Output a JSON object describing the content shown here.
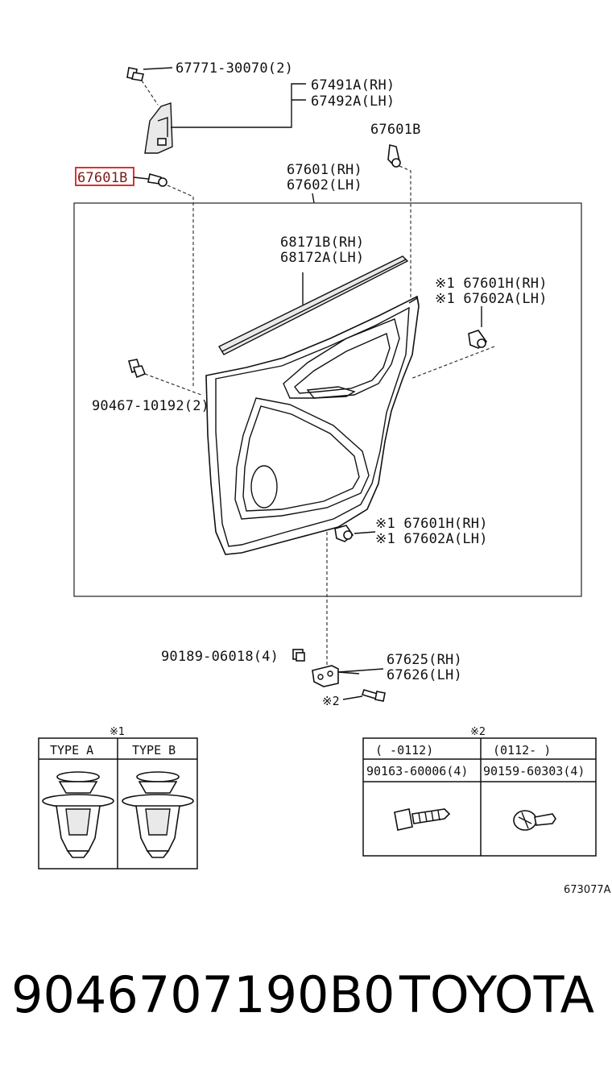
{
  "callouts": {
    "c67771": "67771-30070(2)",
    "c67491": "67491A(RH)",
    "c67492": "67492A(LH)",
    "c67601b_top": "67601B",
    "c67601b_left": "67601B",
    "c67601": "67601(RH)",
    "c67602": "67602(LH)",
    "c68171": "68171B(RH)",
    "c68172": "68172A(LH)",
    "c67601h_a": "※1 67601H(RH)",
    "c67602a_a": "※1 67602A(LH)",
    "c90467": "90467-10192(2)",
    "c67601h_b": "※1 67601H(RH)",
    "c67602a_b": "※1 67602A(LH)",
    "c90189": "90189-06018(4)",
    "c67625": "67625(RH)",
    "c67626": "67626(LH)",
    "note2": "※2"
  },
  "table1": {
    "mark": "※1",
    "headers": [
      "TYPE A",
      "TYPE B"
    ]
  },
  "table2": {
    "mark": "※2",
    "headers": [
      "(    -0112)",
      "(0112-    )"
    ],
    "parts": [
      "90163-60006(4)",
      "90159-60303(4)"
    ]
  },
  "figure_id": "673077A",
  "footer": {
    "part_number": "9046707190B0",
    "brand": "TOYOTA"
  },
  "colors": {
    "highlight_box": "#e03030",
    "highlight_text": "#7a1a1a"
  }
}
